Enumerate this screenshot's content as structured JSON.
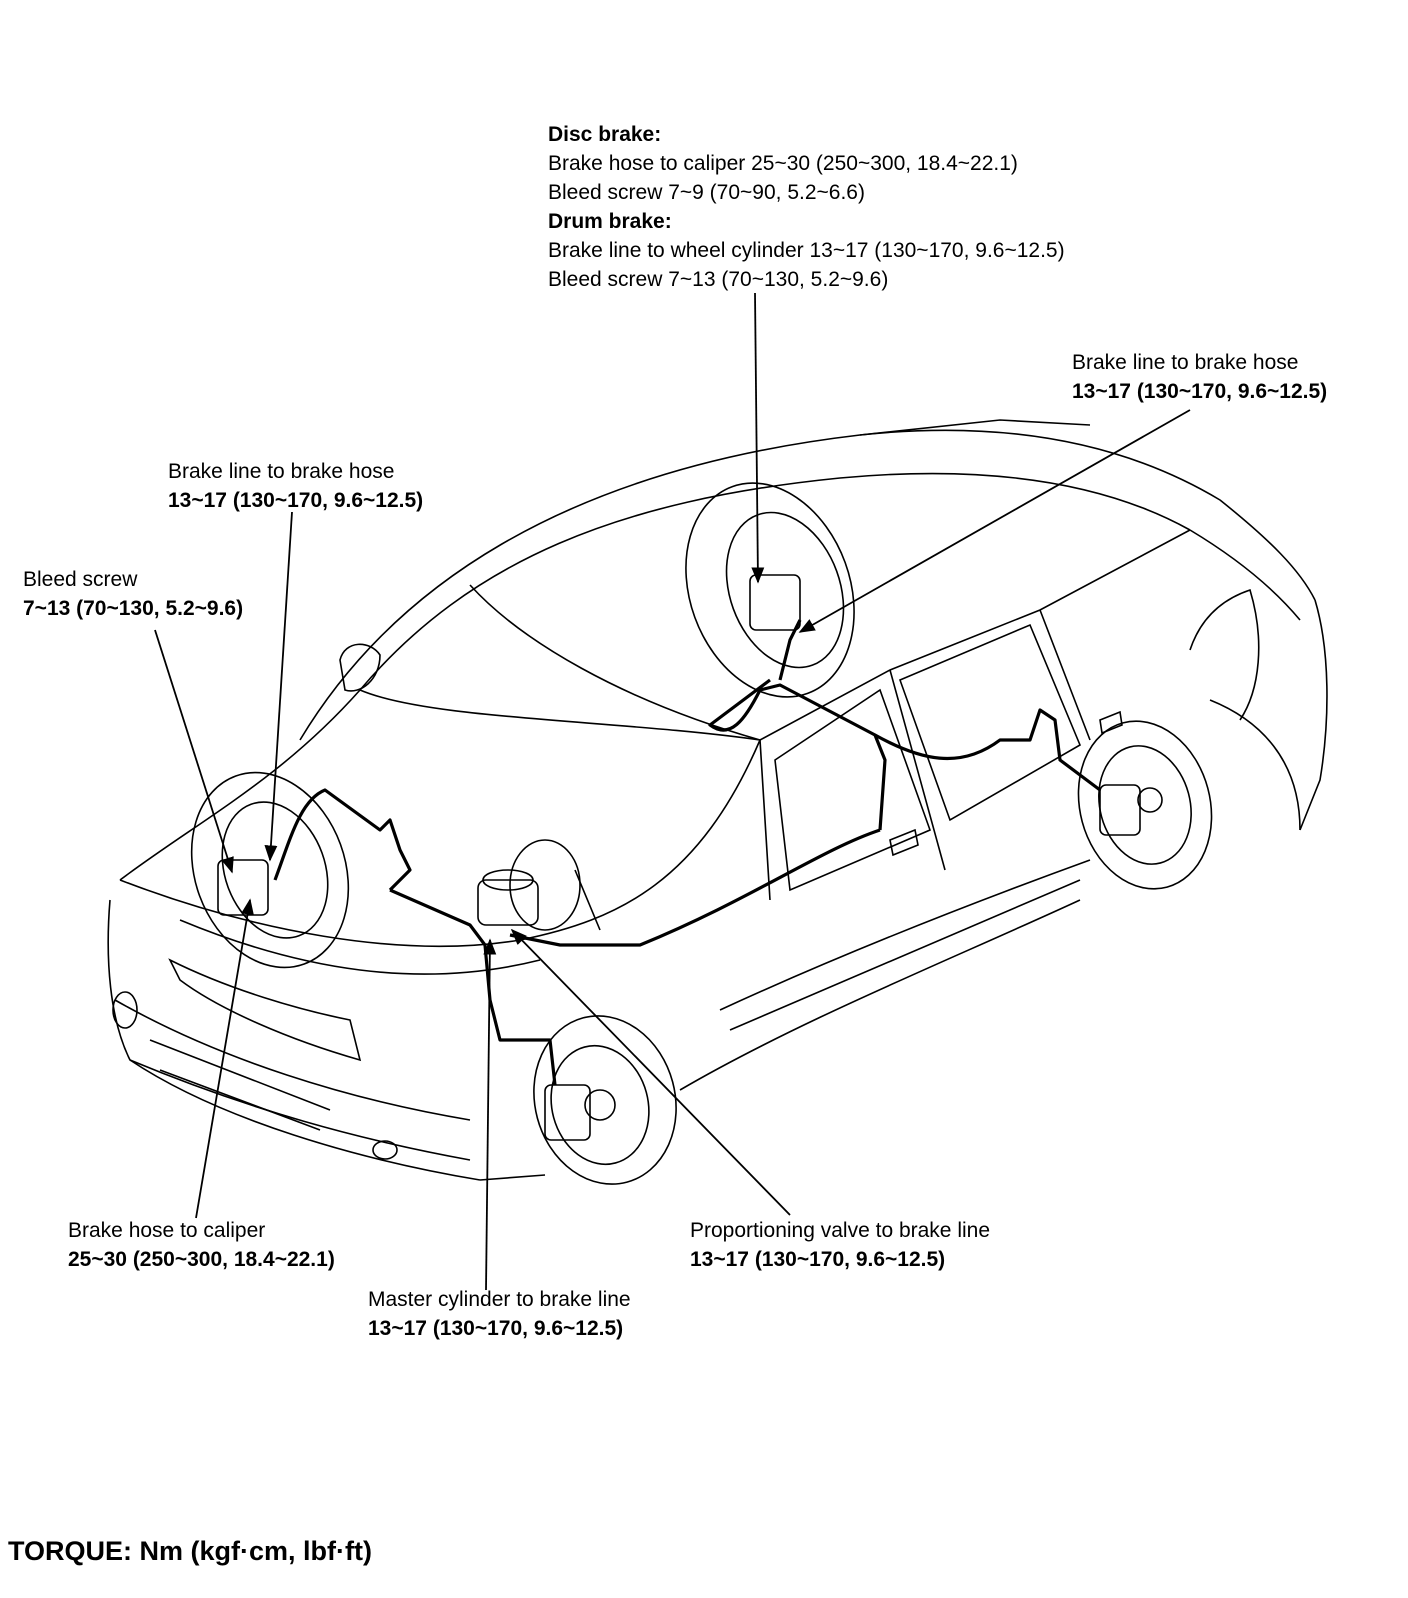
{
  "callouts": {
    "rear_disc_drum": {
      "disc_heading": "Disc brake:",
      "disc_hose_to_caliper": "Brake hose to caliper 25~30 (250~300, 18.4~22.1)",
      "disc_bleed_screw": "Bleed screw 7~9 (70~90, 5.2~6.6)",
      "drum_heading": "Drum brake:",
      "drum_line_to_wheel_cyl": "Brake line to wheel cylinder 13~17 (130~170, 9.6~12.5)",
      "drum_bleed_screw": "Bleed screw 7~13 (70~130, 5.2~9.6)"
    },
    "rear_line_to_hose": {
      "name": "Brake line to brake hose",
      "value": "13~17 (130~170, 9.6~12.5)"
    },
    "front_line_to_hose": {
      "name": "Brake line to brake hose",
      "value": "13~17 (130~170, 9.6~12.5)"
    },
    "front_bleed_screw": {
      "name": "Bleed screw",
      "value": "7~13 (70~130, 5.2~9.6)"
    },
    "front_hose_to_caliper": {
      "name": "Brake hose to caliper",
      "value": "25~30 (250~300, 18.4~22.1)"
    },
    "master_cylinder": {
      "name": "Master cylinder to brake line",
      "value": "13~17 (130~170, 9.6~12.5)"
    },
    "proportioning_valve": {
      "name": "Proportioning valve to brake line",
      "value": "13~17 (130~170, 9.6~12.5)"
    }
  },
  "footer": {
    "torque_units": "TORQUE: Nm (kgf·cm, lbf·ft)"
  }
}
